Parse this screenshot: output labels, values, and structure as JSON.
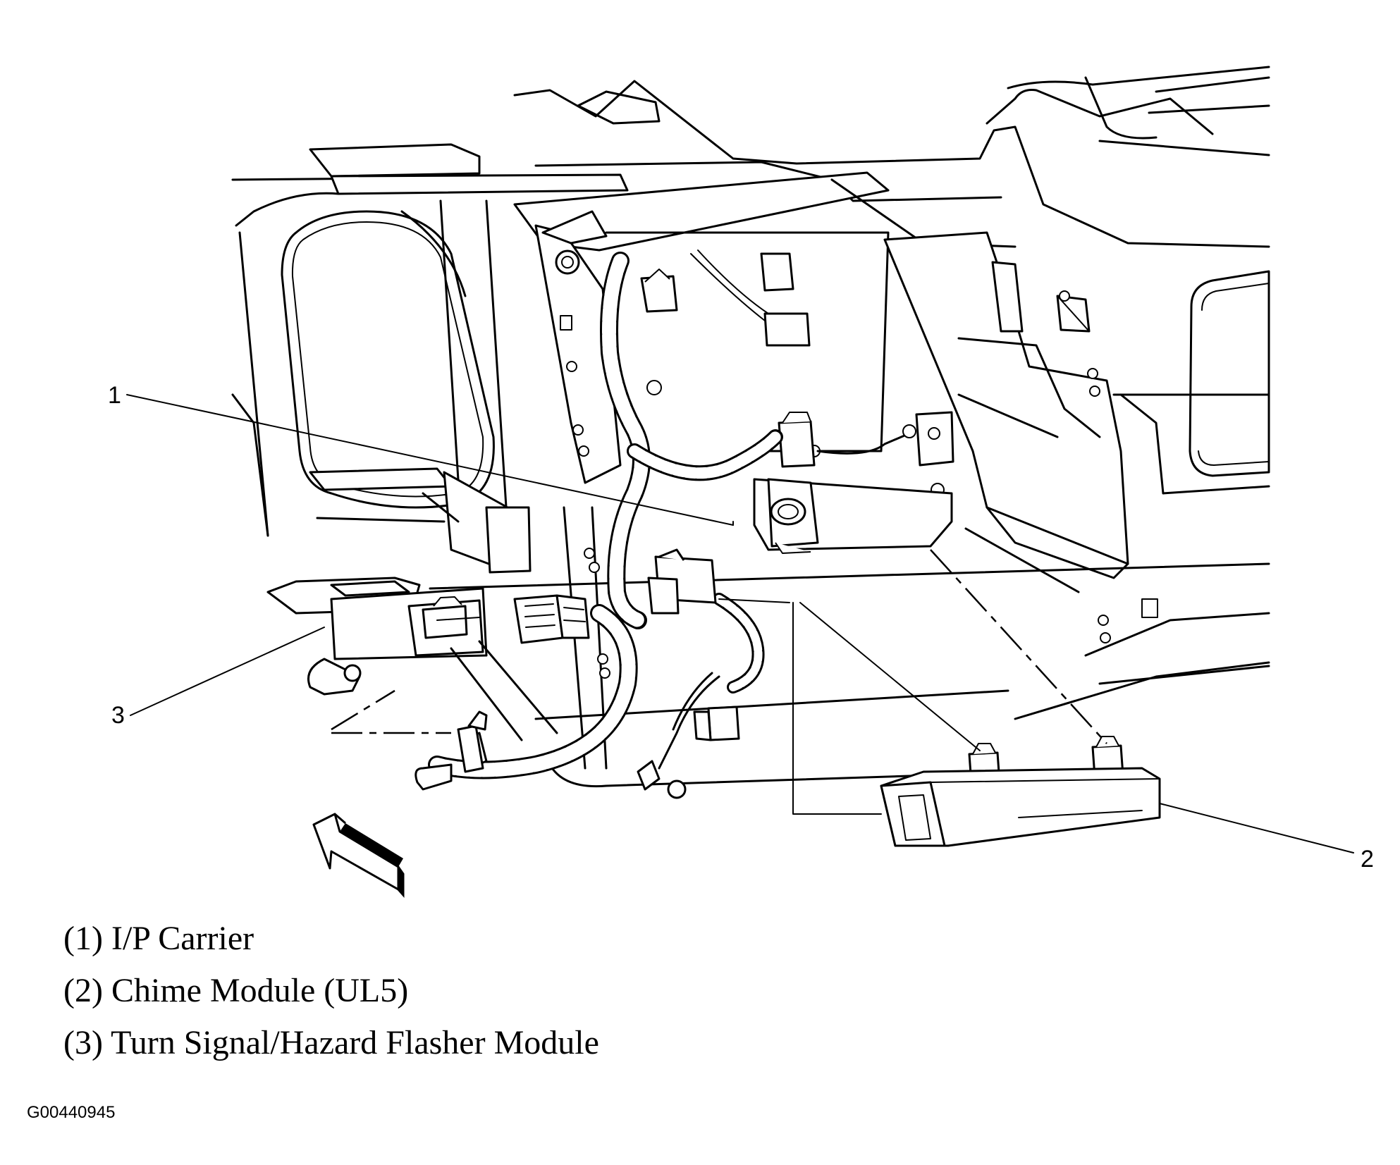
{
  "callouts": {
    "c1": "1",
    "c2": "2",
    "c3": "3"
  },
  "legend": {
    "items": [
      "(1) I/P Carrier",
      "(2) Chime Module (UL5)",
      "(3) Turn Signal/Hazard Flasher Module"
    ]
  },
  "figure_id": "G00440945"
}
